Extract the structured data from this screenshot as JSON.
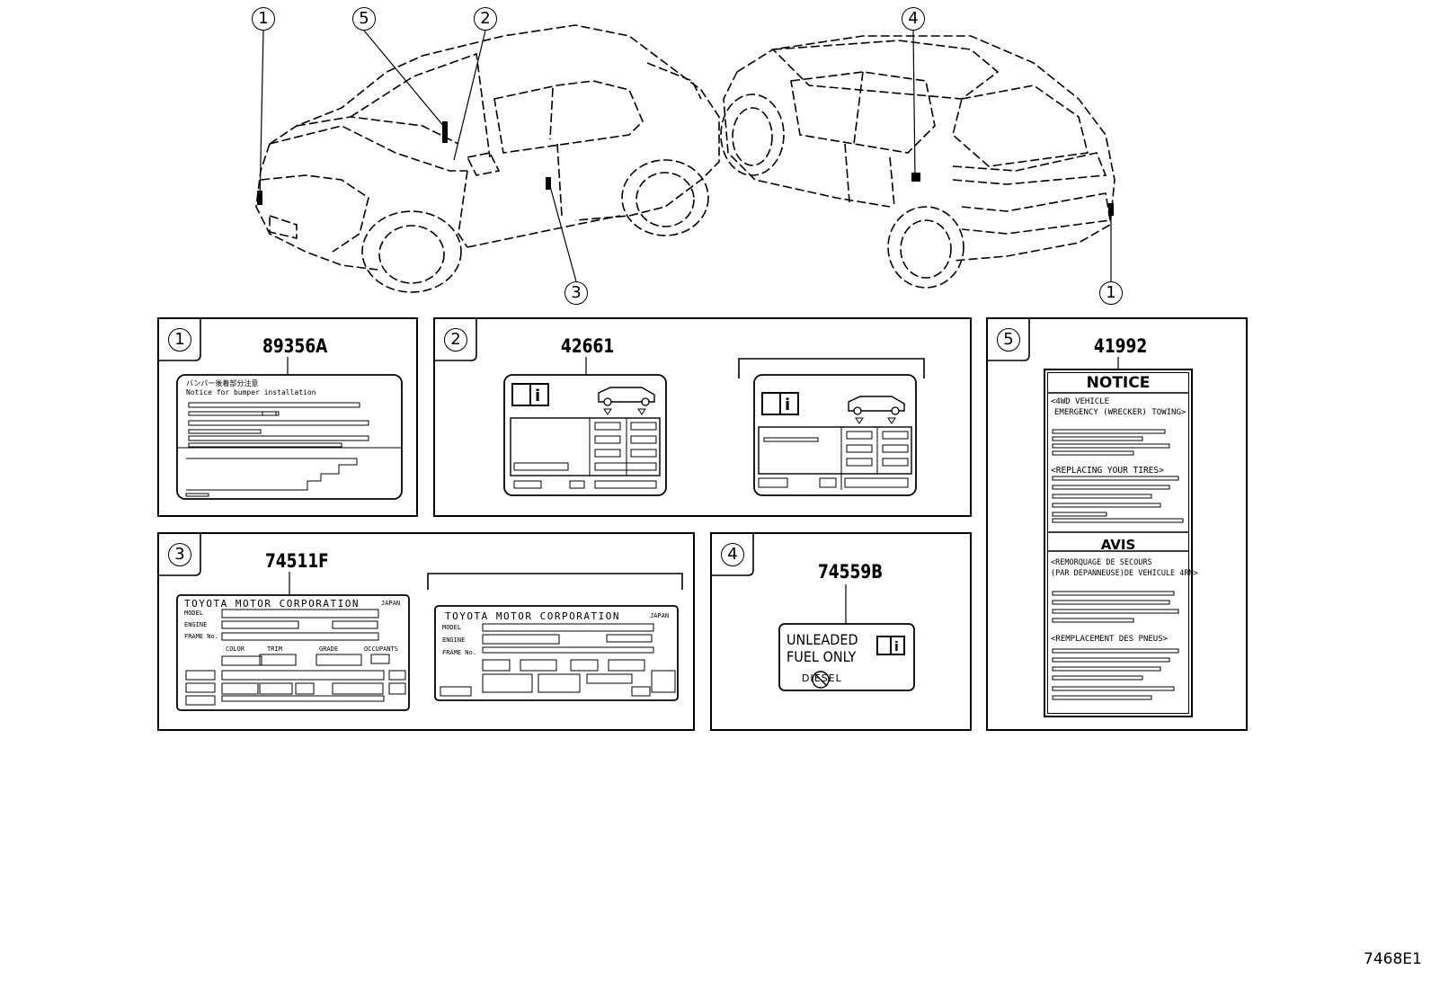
{
  "diagram_code": "7468E1",
  "callouts": {
    "front_1": "1",
    "front_5": "5",
    "front_2": "2",
    "front_3": "3",
    "rear_4": "4",
    "rear_1": "1"
  },
  "panels": {
    "p1": {
      "badge": "1",
      "part_number": "89356A",
      "label_lines": [
        "バンパー後着部分注意",
        "Notice for bumper installation"
      ]
    },
    "p2": {
      "badge": "2",
      "part_number": "42661"
    },
    "p3": {
      "badge": "3",
      "part_number": "74511F",
      "label_a": {
        "maker": "TOYOTA MOTOR CORPORATION",
        "country": "JAPAN",
        "fields": [
          "MODEL",
          "ENGINE",
          "FRAME No."
        ],
        "columns": [
          "COLOR",
          "TRIM",
          "GRADE",
          "OCCUPANTS"
        ]
      },
      "label_b": {
        "maker": "TOYOTA MOTOR CORPORATION",
        "country": "JAPAN",
        "fields": [
          "MODEL",
          "ENGINE",
          "FRAME No."
        ]
      }
    },
    "p4": {
      "badge": "4",
      "part_number": "74559B",
      "line1": "UNLEADED",
      "line2": "FUEL ONLY",
      "line3": "DIESEL"
    },
    "p5": {
      "badge": "5",
      "part_number": "41992",
      "notice_title": "NOTICE",
      "notice_lines": [
        "<4WD VEHICLE",
        "EMERGENCY (WRECKER) TOWING>",
        "<REPLACING YOUR TIRES>"
      ],
      "avis_title": "AVIS",
      "avis_lines": [
        "<REMORQUAGE DE SECOURS",
        "(PAR DEPANNEUSE)DE VEHICULE 4RM>",
        "<REMPLACEMENT DES PNEUS>"
      ]
    }
  }
}
